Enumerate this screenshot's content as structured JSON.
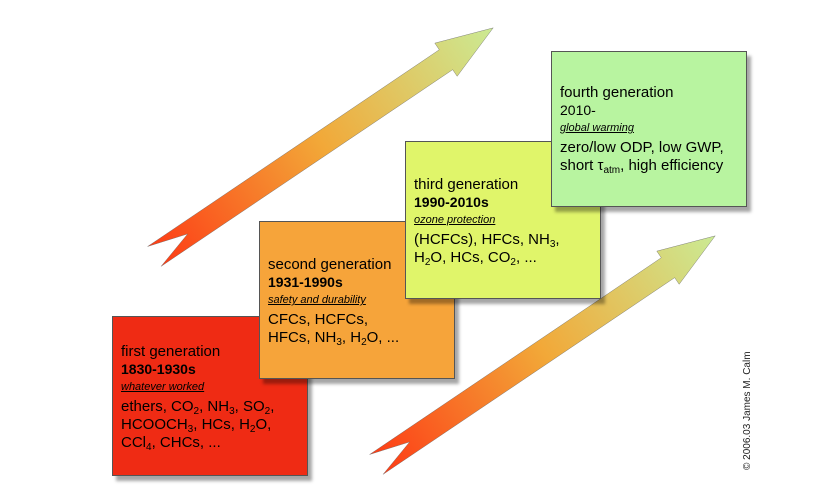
{
  "generations": [
    {
      "title": "first generation",
      "years": "1830-1930s",
      "theme": "whatever worked",
      "lines": [
        "ethers, CO<sub>2</sub>, NH<sub>3</sub>, SO<sub>2</sub>,",
        "HCOOCH<sub>3</sub>, HCs, H<sub>2</sub>O,",
        "CCl<sub>4</sub>, CHCs, ..."
      ],
      "color": "#ef2b14"
    },
    {
      "title": "second generation",
      "years": "1931-1990s",
      "theme": "safety and durability",
      "lines": [
        "CFCs, HCFCs,",
        "HFCs, NH<sub>3</sub>, H<sub>2</sub>O, ..."
      ],
      "color": "#f6a43a"
    },
    {
      "title": "third generation",
      "years": "1990-2010s",
      "theme": "ozone protection",
      "lines": [
        "(HCFCs), HFCs, NH<sub>3</sub>,",
        "H<sub>2</sub>O, HCs, CO<sub>2</sub>, ..."
      ],
      "color": "#e0f56a"
    },
    {
      "title": "fourth generation",
      "years": "2010-",
      "theme": "global warming",
      "lines": [
        "zero/low ODP, low GWP,",
        "short τ<sub>atm</sub>, high efficiency"
      ],
      "color": "#b8f4a0"
    }
  ],
  "copyright": "© 2006.03 James M. Calm",
  "colors": {
    "arrow_start": "#ff2a10",
    "arrow_mid": "#f2a838",
    "arrow_end": "#c6f3a0"
  }
}
